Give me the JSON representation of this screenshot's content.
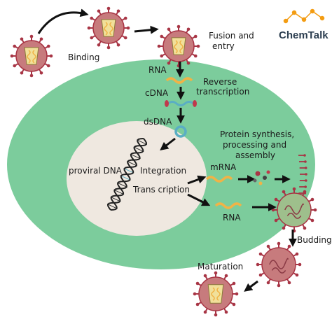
{
  "logo": {
    "text": "ChemTalk",
    "accent": "#f39c12"
  },
  "colors": {
    "cell": "#7ccc9c",
    "nucleus": "#efe8e0",
    "virus_body": "#c77b7d",
    "virus_spike": "#a83545",
    "capsid": "#f1e09a",
    "rna": "#f0b347",
    "dna_blue": "#5aaec4",
    "dna_red": "#c0394b"
  },
  "labels": {
    "binding": "Binding",
    "fusion_line1": "Fusion and",
    "fusion_line2": "entry",
    "rna_top": "RNA",
    "reverse_line1": "Reverse",
    "reverse_line2": "transcription",
    "cdna": "cDNA",
    "dsdna": "dsDNA",
    "protein_line1": "Protein synthesis,",
    "protein_line2": "processing and",
    "protein_line3": "assembly",
    "proviral": "proviral DNA",
    "integration": "Integration",
    "transcription": "Trans cription",
    "mrna": "mRNA",
    "rna_bottom": "RNA",
    "budding": "Budding",
    "maturation": "Maturation"
  }
}
